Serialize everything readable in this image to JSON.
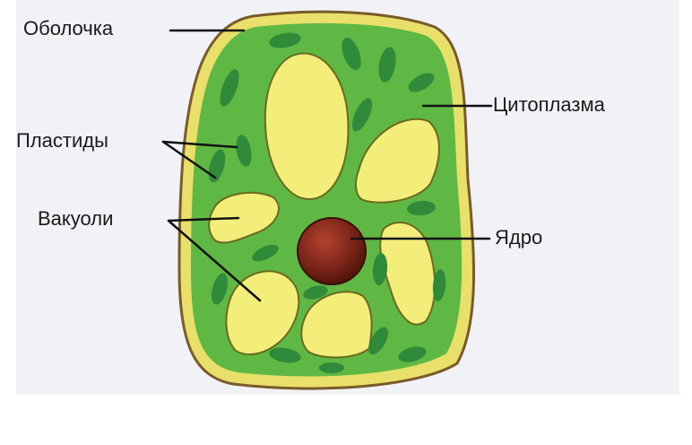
{
  "labels": {
    "wall": "Оболочка",
    "cytoplasm": "Цитоплазма",
    "plastids": "Пластиды",
    "vacuoles": "Вакуоли",
    "nucleus": "Ядро"
  },
  "colors": {
    "wall_outline": "#7a5a2a",
    "wall_fill": "#e8e06a",
    "cytoplasm": "#5fb843",
    "plastid": "#2f8a3a",
    "vacuole": "#f3ee7a",
    "nucleus": "#7a2418",
    "leader": "#111111"
  }
}
